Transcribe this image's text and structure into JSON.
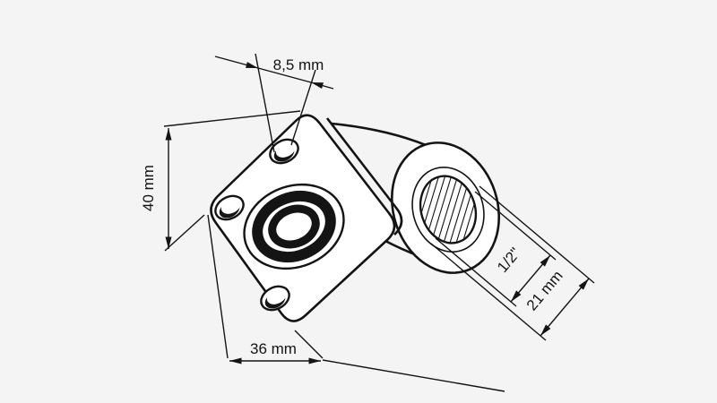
{
  "canvas": {
    "background_color": "#f4f4f4",
    "line_color": "#141414",
    "surface_color": "#ffffff"
  },
  "dimension_labels": {
    "top": "8,5 mm",
    "left": "40 mm",
    "bottom": "36 mm",
    "thread": "1/2\"",
    "right": "21 mm"
  }
}
